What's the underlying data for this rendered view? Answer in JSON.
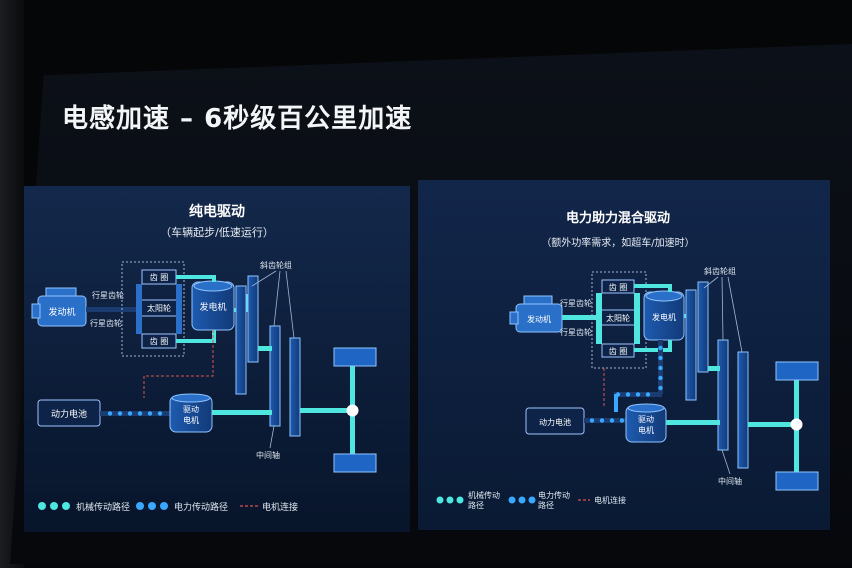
{
  "slide": {
    "title": "电感加速 – 6秒级百公里加速"
  },
  "left_panel": {
    "title": "纯电驱动",
    "subtitle": "（车辆起步/低速运行）",
    "labels": {
      "engine": "发动机",
      "planet_top": "行星齿轮",
      "planet_bottom": "行星齿轮",
      "ring_top": "齿 圈",
      "sun": "太阳轮",
      "ring_bottom": "齿 圈",
      "generator": "发电机",
      "helical": "斜齿轮组",
      "battery": "动力电池",
      "motor": "驱动\n电机",
      "shaft": "中间轴"
    },
    "legend": {
      "mech": "机械传动路径",
      "elec": "电力传动路径",
      "wire": "电机连接"
    }
  },
  "right_panel": {
    "title": "电力助力混合驱动",
    "subtitle": "（额外功率需求，如超车/加速时）",
    "labels": {
      "engine": "发动机",
      "planet_top": "行星齿轮",
      "planet_bottom": "行星齿轮",
      "ring_top": "齿 圈",
      "sun": "太阳轮",
      "ring_bottom": "齿 圈",
      "generator": "发电机",
      "helical": "斜齿轮组",
      "battery": "动力电池",
      "motor": "驱动\n电机",
      "shaft": "中间轴"
    },
    "legend": {
      "mech": "机械传动\n路径",
      "elec": "电力传动\n路径",
      "wire": "电机连接"
    }
  },
  "colors": {
    "panel_bg": "#0d1d3a",
    "cyan_path": "#4fe6e0",
    "blue_path": "#3aa8ff",
    "gear_fill": "#1a4f9a",
    "wire": "#d9534f",
    "box_border": "#6fa8e0"
  }
}
